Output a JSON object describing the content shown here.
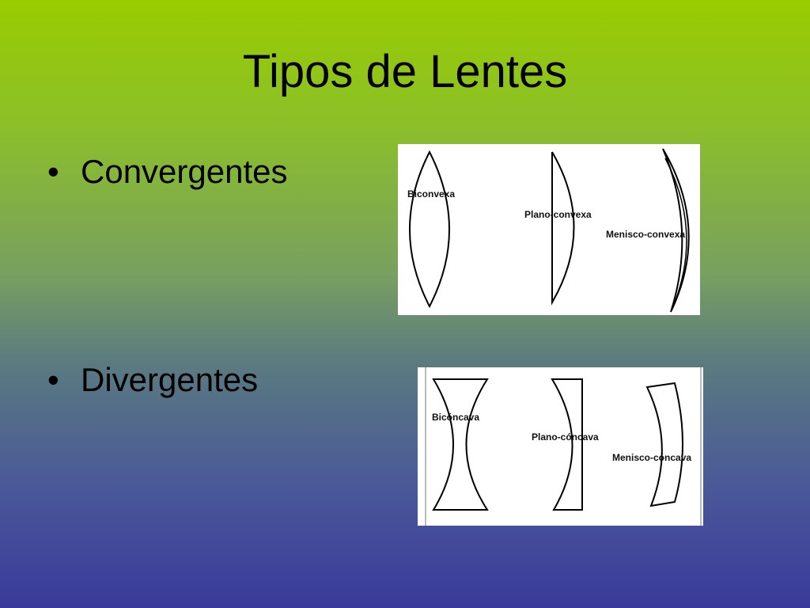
{
  "slide": {
    "title": "Tipos de Lentes",
    "bullet_char": "•",
    "bullets": [
      {
        "label": "Convergentes"
      },
      {
        "label": "Divergentes"
      }
    ]
  },
  "convergent_lenses": {
    "labels": [
      "Biconvexa",
      "Plano-convexa",
      "Menisco-convexa"
    ]
  },
  "divergent_lenses": {
    "labels": [
      "Bicóncava",
      "Plano-cóncava",
      "Menisco-cóncava"
    ]
  },
  "colors": {
    "gradient_top": "#99cc00",
    "gradient_bottom": "#3a3a9a",
    "panel": "#ffffff",
    "stroke": "#000000"
  }
}
